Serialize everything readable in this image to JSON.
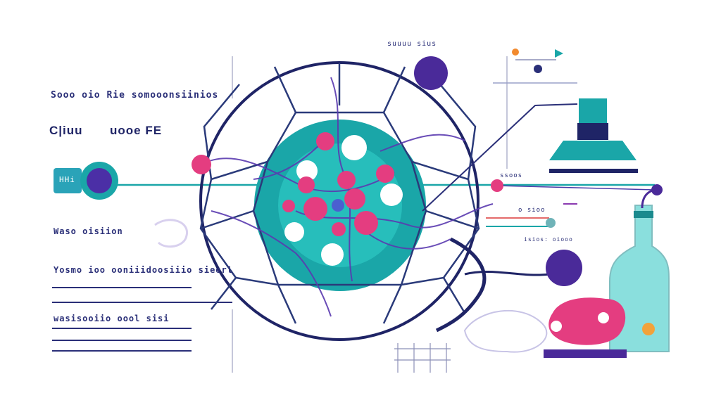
{
  "text": {
    "heading_small": "Sooo oio  Rie somooonsiinios",
    "heading_big_left": "C|iuu",
    "heading_big_right": "uooe FE",
    "badge": "HHi",
    "left_row1": "Waso oisiion",
    "left_row2": "Yosmo ioo ooniiidoosiiio sieerl",
    "left_row3": "wasisooiio oool     sisi",
    "top_center_label": "suuuu sius",
    "right_label1": "ssoos",
    "right_label2": "o sioo",
    "right_label3": "isios: oiooo"
  },
  "colors": {
    "navy": "#1f2466",
    "indigo": "#4b3aa8",
    "purple": "#4a2a99",
    "teal": "#1aa6a8",
    "teal_light": "#2cc6c2",
    "magenta": "#e43d80",
    "gray": "#6b7280"
  }
}
